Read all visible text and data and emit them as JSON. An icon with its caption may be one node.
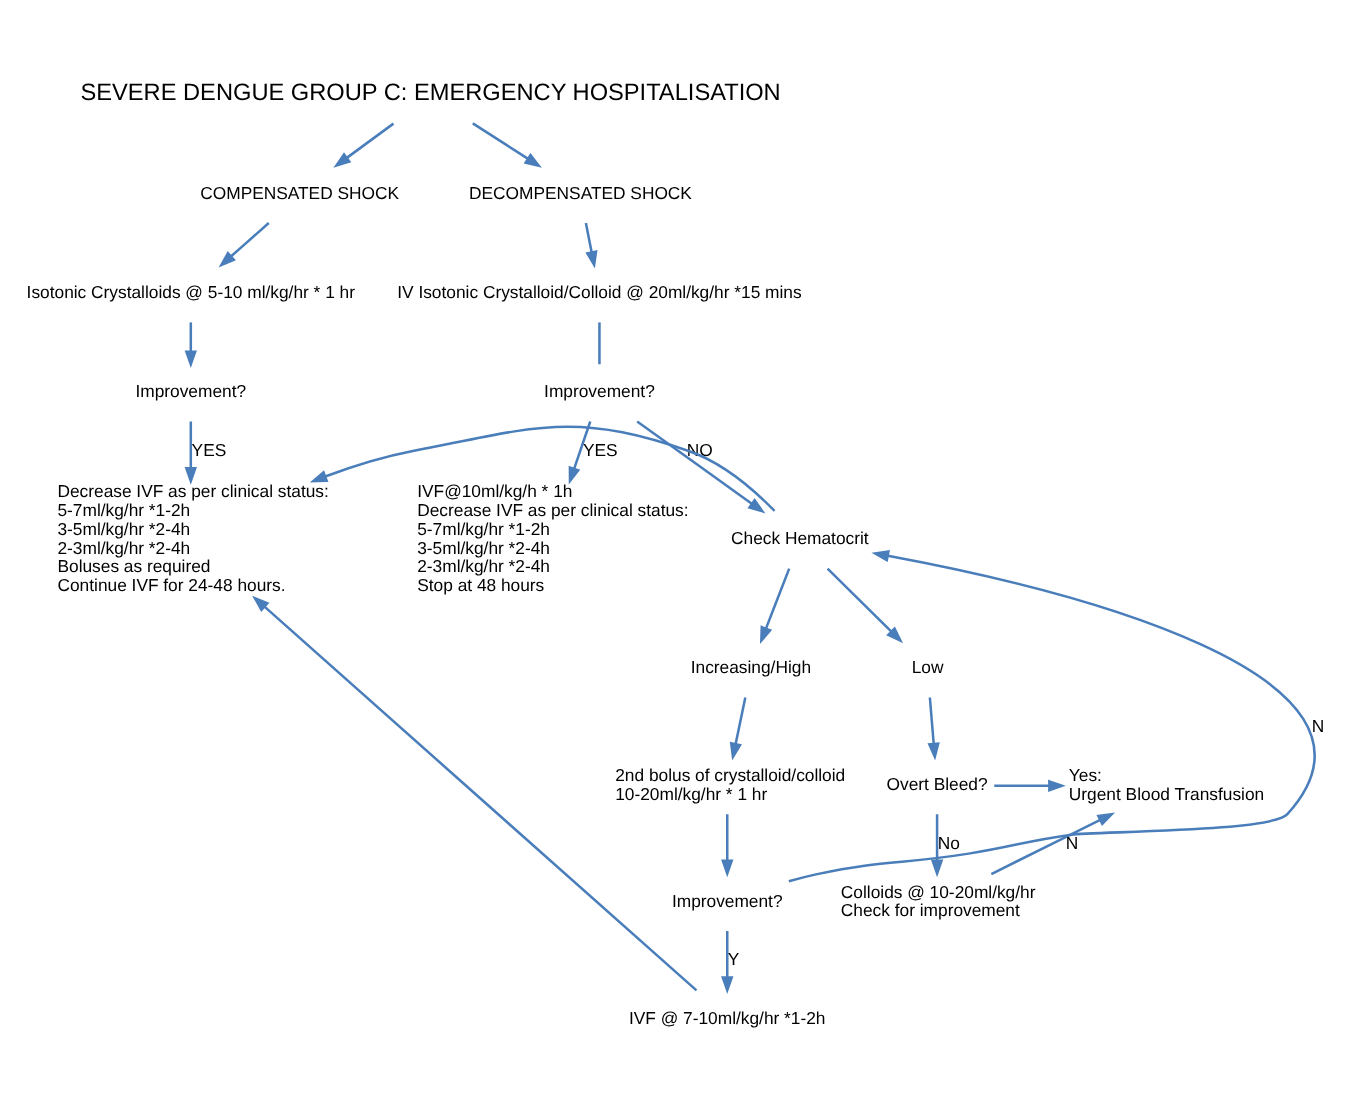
{
  "diagram": {
    "nodes": [
      {
        "text": [
          "SEVERE DENGUE GROUP C: EMERGENCY HOSPITALISATION"
        ]
      },
      {
        "text": [
          "COMPENSATED SHOCK"
        ]
      },
      {
        "text": [
          "DECOMPENSATED SHOCK"
        ]
      },
      {
        "text": [
          "Isotonic Crystalloids @ 5-10 ml/kg/hr * 1 hr"
        ]
      },
      {
        "text": [
          "IV Isotonic Crystalloid/Colloid @ 20ml/kg/hr *15 mins"
        ]
      },
      {
        "text": [
          "Improvement?"
        ]
      },
      {
        "text": [
          "IVF@10ml/kg/h * 1h",
          "Decrease IVF as per clinical status:",
          "5-7ml/kg/hr *1-2h",
          "3-5ml/kg/hr *2-4h",
          "2-3ml/kg/hr *2-4h",
          "Stop at 48 hours"
        ]
      },
      {
        "text": [
          "Improvement?"
        ]
      },
      {
        "text": [
          "Decrease IVF as per clinical status:",
          "5-7ml/kg/hr *1-2h",
          "3-5ml/kg/hr *2-4h",
          "2-3ml/kg/hr *2-4h",
          "Boluses as required",
          "Continue IVF for 24-48 hours."
        ]
      },
      {
        "text": [
          "Check Hematocrit"
        ]
      },
      {
        "text": [
          "Increasing/High"
        ]
      },
      {
        "text": [
          "Low"
        ]
      },
      {
        "text": [
          "2nd bolus of crystalloid/colloid",
          "10-20ml/kg/hr * 1 hr"
        ]
      },
      {
        "text": [
          "Improvement?"
        ]
      },
      {
        "text": [
          "IVF @ 7-10ml/kg/hr *1-2h"
        ]
      },
      {
        "text": [
          "Overt Bleed?"
        ]
      },
      {
        "text": [
          "Yes:",
          "Urgent Blood Transfusion"
        ]
      },
      {
        "text": [
          "Colloids @ 10-20ml/kg/hr",
          "Check for improvement"
        ]
      }
    ],
    "edges": [
      {
        "from": 0,
        "to": 1,
        "arrow": "to"
      },
      {
        "from": 0,
        "to": 2,
        "arrow": "to"
      },
      {
        "from": 1,
        "to": 3,
        "arrow": "to"
      },
      {
        "from": 2,
        "to": 4,
        "arrow": "to"
      },
      {
        "from": 3,
        "to": 7,
        "arrow": "to"
      },
      {
        "from": 4,
        "to": 5,
        "arrow": "none"
      },
      {
        "from": 5,
        "to": 6,
        "label": "YES",
        "arrow": "to"
      },
      {
        "from": 5,
        "to": 9,
        "label": "NO",
        "arrow": "to"
      },
      {
        "from": 7,
        "to": 8,
        "label": "YES",
        "arrow": "to"
      },
      {
        "from": 9,
        "to": 8,
        "arrow": "to"
      },
      {
        "from": 9,
        "to": 10,
        "arrow": "to"
      },
      {
        "from": 9,
        "to": 11,
        "arrow": "to"
      },
      {
        "from": 10,
        "to": 12,
        "arrow": "to"
      },
      {
        "from": 12,
        "to": 13,
        "arrow": "to"
      },
      {
        "from": 13,
        "to": 14,
        "label": "Y",
        "arrow": "to"
      },
      {
        "from": 13,
        "to": 9,
        "label": "N",
        "arrow": "to"
      },
      {
        "from": 14,
        "to": 8,
        "arrow": "to"
      },
      {
        "from": 11,
        "to": 15,
        "arrow": "to"
      },
      {
        "from": 15,
        "to": 16,
        "arrow": "to"
      },
      {
        "from": 15,
        "to": 17,
        "label": "No",
        "arrow": "to"
      },
      {
        "from": 17,
        "to": 16,
        "label": "N",
        "arrow": "to"
      }
    ]
  }
}
